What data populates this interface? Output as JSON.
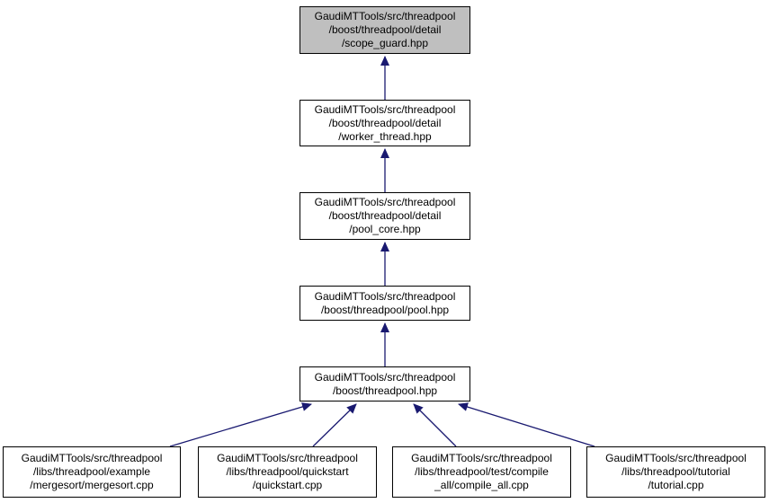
{
  "graph": {
    "kind": "include-dependency-graph",
    "colors": {
      "edge": "#191970",
      "node_border": "#000000",
      "node_fill": "#ffffff",
      "highlight_fill": "#bfbfbf",
      "text": "#000000",
      "background": "#ffffff"
    },
    "nodes": [
      {
        "id": "scope_guard.hpp",
        "highlighted": true,
        "label": "GaudiMTTools/src/threadpool\n/boost/threadpool/detail\n/scope_guard.hpp"
      },
      {
        "id": "worker_thread.hpp",
        "highlighted": false,
        "label": "GaudiMTTools/src/threadpool\n/boost/threadpool/detail\n/worker_thread.hpp"
      },
      {
        "id": "pool_core.hpp",
        "highlighted": false,
        "label": "GaudiMTTools/src/threadpool\n/boost/threadpool/detail\n/pool_core.hpp"
      },
      {
        "id": "pool.hpp",
        "highlighted": false,
        "label": "GaudiMTTools/src/threadpool\n/boost/threadpool/pool.hpp"
      },
      {
        "id": "threadpool.hpp",
        "highlighted": false,
        "label": "GaudiMTTools/src/threadpool\n/boost/threadpool.hpp"
      },
      {
        "id": "mergesort.cpp",
        "highlighted": false,
        "label": "GaudiMTTools/src/threadpool\n/libs/threadpool/example\n/mergesort/mergesort.cpp"
      },
      {
        "id": "quickstart.cpp",
        "highlighted": false,
        "label": "GaudiMTTools/src/threadpool\n/libs/threadpool/quickstart\n/quickstart.cpp"
      },
      {
        "id": "compile_all.cpp",
        "highlighted": false,
        "label": "GaudiMTTools/src/threadpool\n/libs/threadpool/test/compile\n_all/compile_all.cpp"
      },
      {
        "id": "tutorial.cpp",
        "highlighted": false,
        "label": "GaudiMTTools/src/threadpool\n/libs/threadpool/tutorial\n/tutorial.cpp"
      }
    ],
    "edges": [
      {
        "from": "worker_thread.hpp",
        "to": "scope_guard.hpp"
      },
      {
        "from": "pool_core.hpp",
        "to": "worker_thread.hpp"
      },
      {
        "from": "pool.hpp",
        "to": "pool_core.hpp"
      },
      {
        "from": "threadpool.hpp",
        "to": "pool.hpp"
      },
      {
        "from": "mergesort.cpp",
        "to": "threadpool.hpp"
      },
      {
        "from": "quickstart.cpp",
        "to": "threadpool.hpp"
      },
      {
        "from": "compile_all.cpp",
        "to": "threadpool.hpp"
      },
      {
        "from": "tutorial.cpp",
        "to": "threadpool.hpp"
      }
    ]
  }
}
